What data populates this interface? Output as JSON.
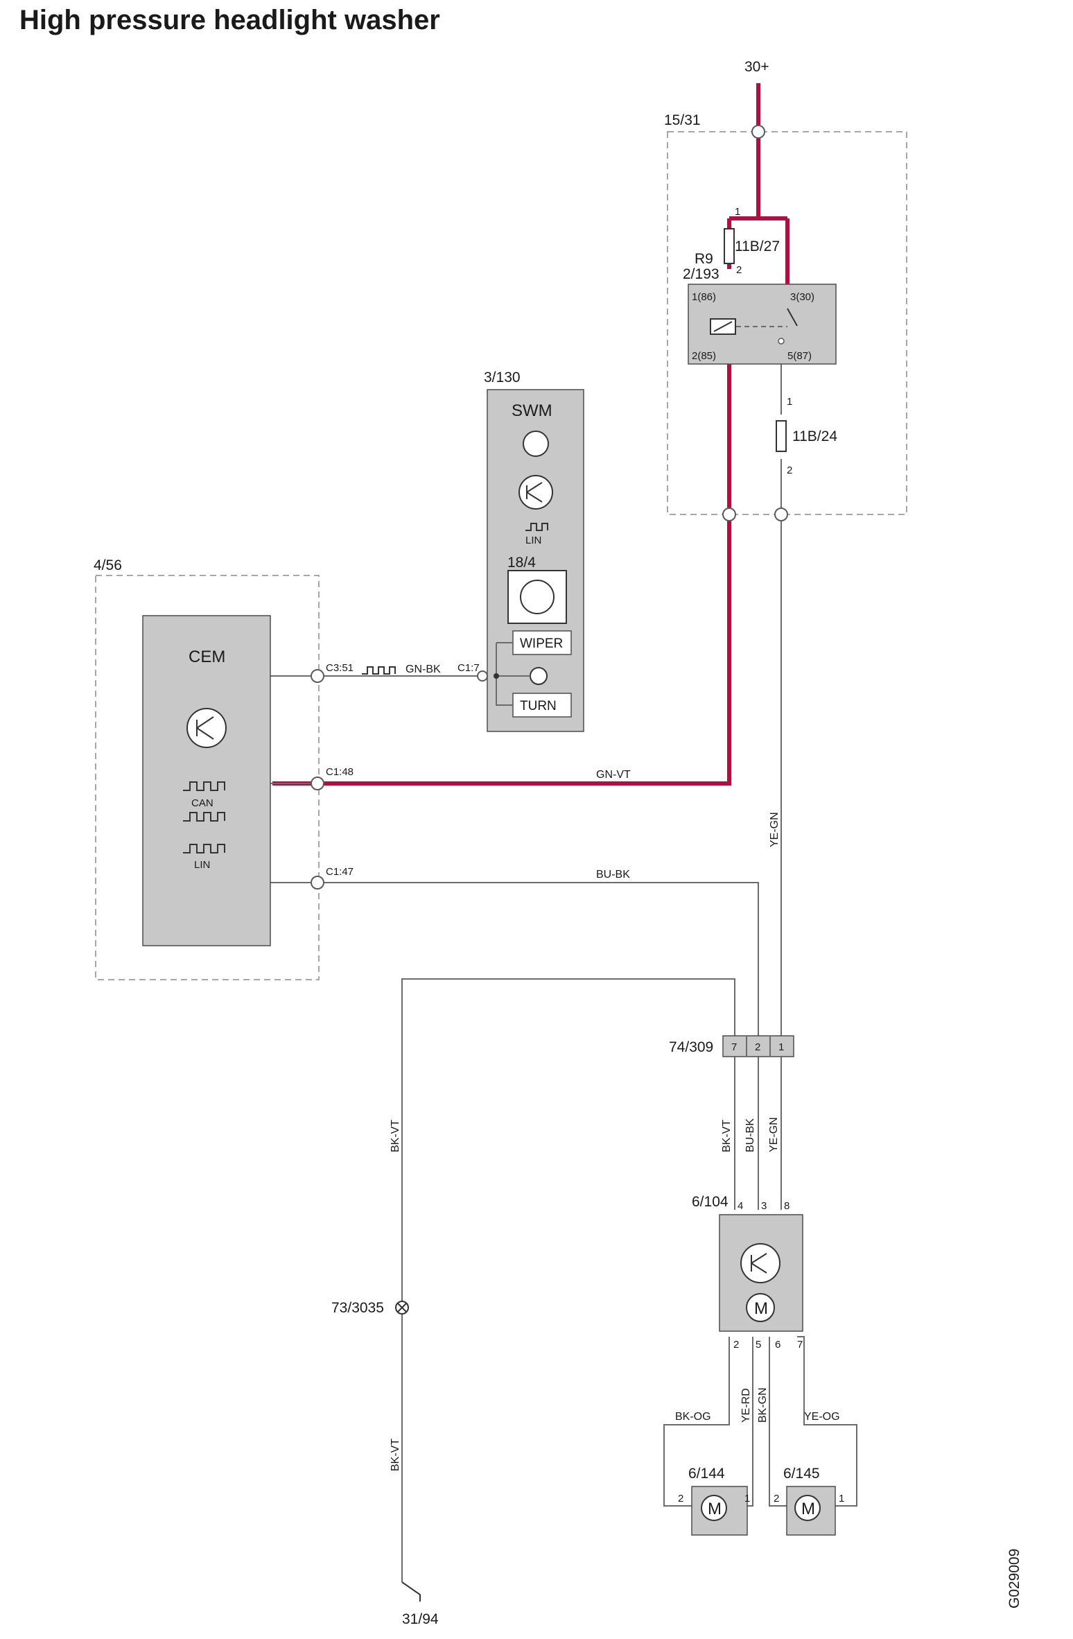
{
  "title": "High pressure headlight washer",
  "figure_id": "G029009",
  "supply": "30+",
  "components": {
    "relay_box": "15/31",
    "relay": "R9",
    "relay_ref": "2/193",
    "fuse_a": "11B/27",
    "fuse_b": "11B/24",
    "swm_ref": "3/130",
    "swm": "SWM",
    "swm_inner": "18/4",
    "cem_box": "4/56",
    "cem": "CEM",
    "connector": "74/309",
    "pump_module": "6/104",
    "motor_left": "6/144",
    "motor_right": "6/145",
    "splice": "73/3035",
    "ground": "31/94"
  },
  "labels": {
    "lin": "LIN",
    "can": "CAN",
    "wiper": "WIPER",
    "turn": "TURN",
    "motor": "M"
  },
  "pins": {
    "relay_1": "1(86)",
    "relay_2": "2(85)",
    "relay_3": "3(30)",
    "relay_5": "5(87)",
    "p1": "1",
    "p2": "2",
    "p3": "3",
    "p4": "4",
    "p5": "5",
    "p6": "6",
    "p7": "7",
    "p8": "8",
    "c351": "C3:51",
    "c17": "C1:7",
    "c148": "C1:48",
    "c147": "C1:47"
  },
  "wires": {
    "gn_bk": "GN-BK",
    "gn_vt": "GN-VT",
    "bu_bk": "BU-BK",
    "ye_gn": "YE-GN",
    "bk_vt": "BK-VT",
    "bk_og": "BK-OG",
    "ye_rd": "YE-RD",
    "bk_gn": "BK-GN",
    "ye_og": "YE-OG"
  },
  "colors": {
    "power_wire": "#b01040",
    "signal_wire": "#6b6b6b",
    "module_fill": "#c8c8c8"
  }
}
